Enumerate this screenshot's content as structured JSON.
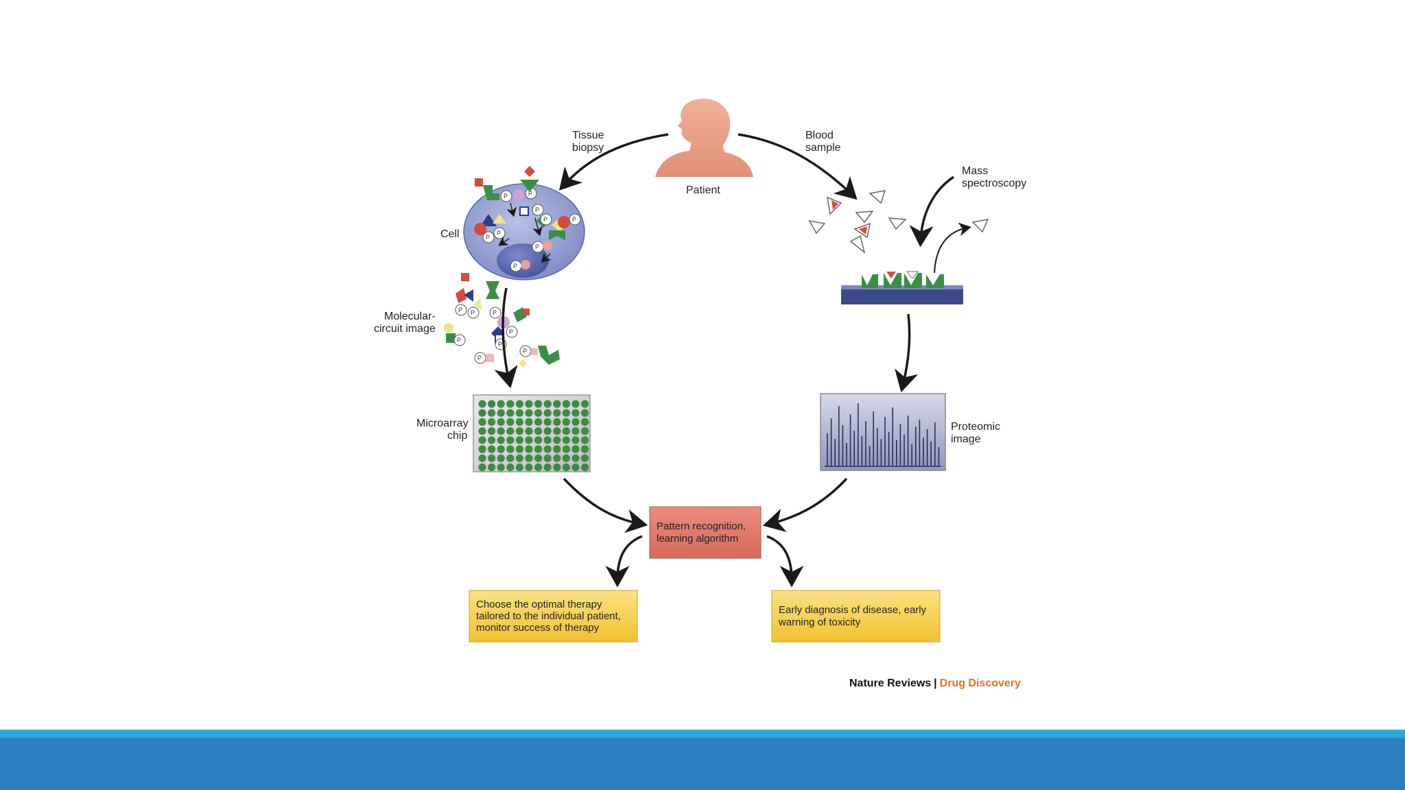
{
  "labels": {
    "patient": "Patient",
    "tissue_biopsy": [
      "Tissue",
      "biopsy"
    ],
    "blood_sample": [
      "Blood",
      "sample"
    ],
    "mass_spectroscopy": [
      "Mass",
      "spectroscopy"
    ],
    "cell": "Cell",
    "molecular_circuit": [
      "Molecular-",
      "circuit image"
    ],
    "microarray_chip": [
      "Microarray",
      "chip"
    ],
    "proteomic_image": [
      "Proteomic",
      "image"
    ],
    "phospho": "P"
  },
  "center_box": {
    "text": "Pattern recognition, learning algorithm",
    "fill": "#e07a6e"
  },
  "outcomes": {
    "left": "Choose the optimal therapy tailored to the individual patient, monitor success of therapy",
    "right": "Early diagnosis of disease, early warning of toxicity",
    "fill": "#f6cf45"
  },
  "credit": {
    "journal": "Nature Reviews",
    "separator": "|",
    "section": "Drug Discovery",
    "accent": "#e46f1d"
  },
  "colors": {
    "bar_top": "#29a8e0",
    "bar_main": "#2a7fc1",
    "chip_dot": "#3f8a45",
    "cell_fill": "#8e9bd0",
    "nucleus_fill": "#5160a8",
    "patient_skin": "#e9a088"
  }
}
